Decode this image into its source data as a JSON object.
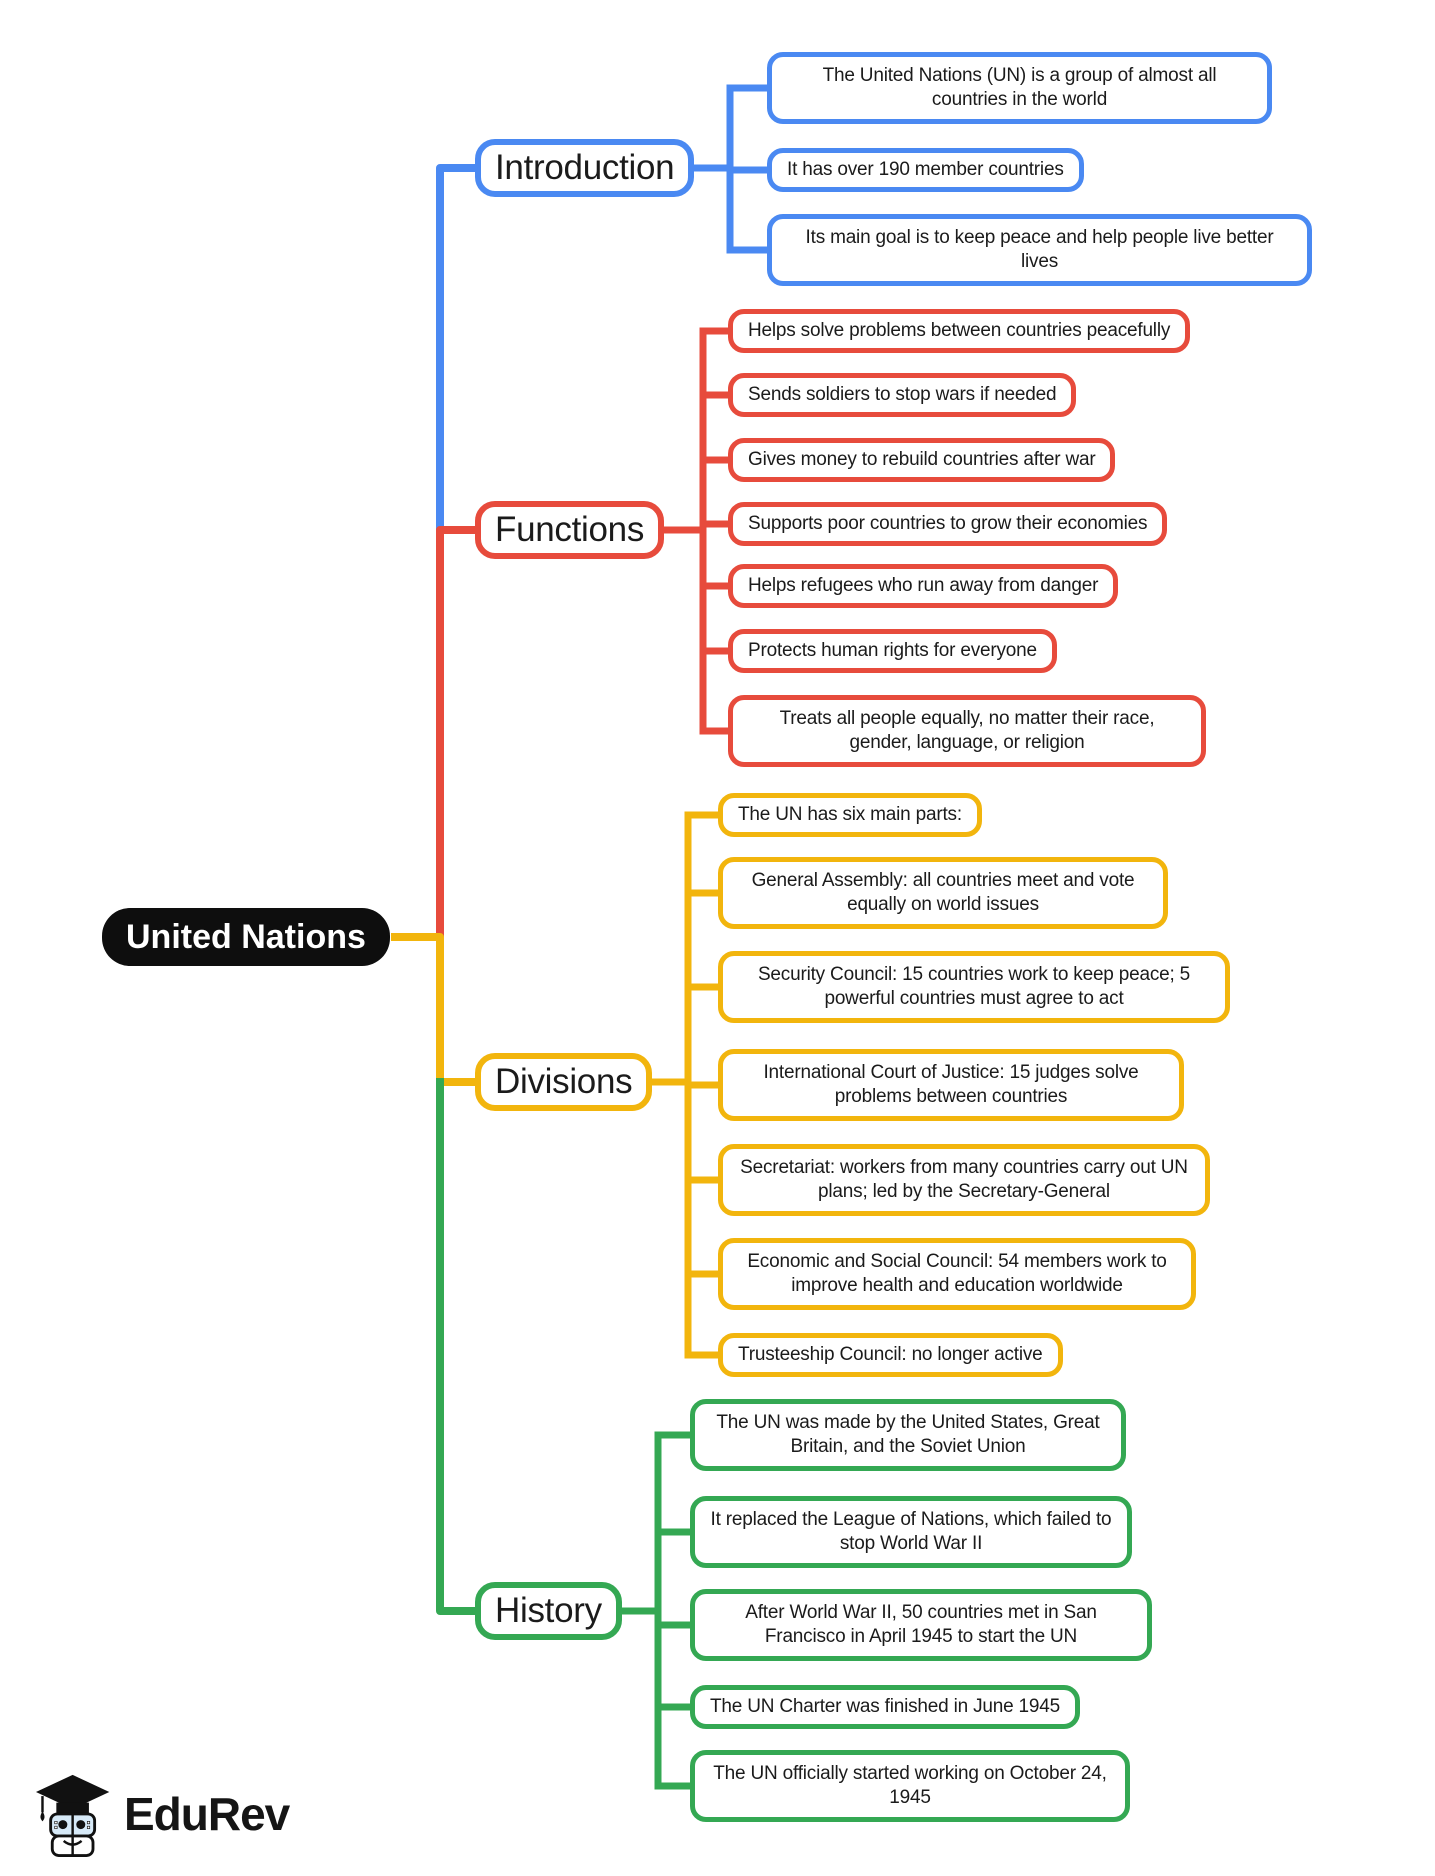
{
  "root": {
    "label": "United Nations"
  },
  "colors": {
    "introduction": "#4A89F2",
    "functions": "#E74B3C",
    "divisions": "#F2B50D",
    "history": "#34A853",
    "root_background": "#0e0e0e",
    "root_text": "#ffffff",
    "node_text": "#1b1b1b"
  },
  "branches": [
    {
      "label": "Introduction",
      "color": "#4A89F2",
      "children": [
        "The United Nations (UN) is a group of almost all countries in the world",
        "It has over 190 member countries",
        "Its main goal is to keep peace and help people live better lives"
      ]
    },
    {
      "label": "Functions",
      "color": "#E74B3C",
      "children": [
        "Helps solve problems between countries peacefully",
        "Sends soldiers to stop wars if needed",
        "Gives money to rebuild countries after war",
        "Supports poor countries to grow their economies",
        "Helps refugees who run away from danger",
        "Protects human rights for everyone",
        "Treats all people equally, no matter their race, gender, language, or religion"
      ]
    },
    {
      "label": "Divisions",
      "color": "#F2B50D",
      "children": [
        "The UN has six main parts:",
        "General Assembly: all countries meet and vote equally on world issues",
        "Security Council: 15 countries work to keep peace; 5 powerful countries must agree to act",
        "International Court of Justice: 15 judges solve problems between countries",
        "Secretariat: workers from many countries carry out UN plans; led by the Secretary-General",
        "Economic and Social Council: 54 members work to improve health and education worldwide",
        "Trusteeship Council: no longer active"
      ]
    },
    {
      "label": "History",
      "color": "#34A853",
      "children": [
        "The UN was made by the United States, Great Britain, and the Soviet Union",
        "It replaced the League of Nations, which failed to stop World War II",
        "After World War II, 50 countries met in San Francisco in April 1945 to start the UN",
        "The UN Charter was finished in June 1945",
        "The UN officially started working on October 24, 1945"
      ]
    }
  ],
  "footer": {
    "brand": "EduRev"
  }
}
